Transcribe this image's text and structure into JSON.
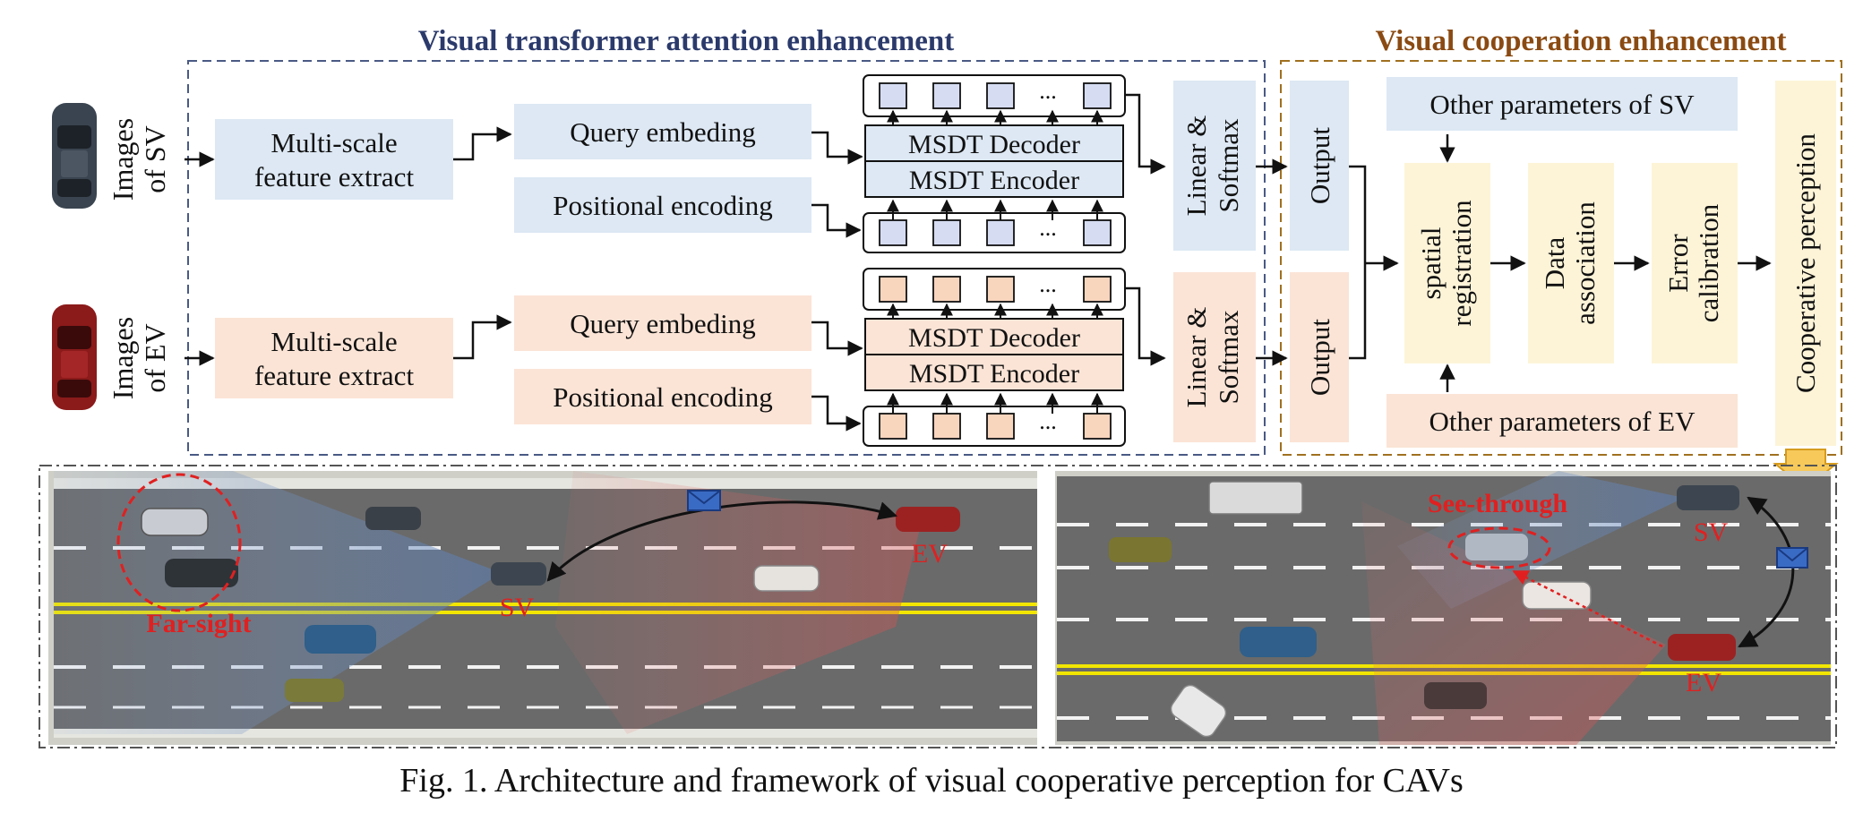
{
  "sections": {
    "transformer_title": "Visual transformer attention enhancement",
    "cooperation_title": "Visual cooperation enhancement"
  },
  "inputs": {
    "sv_label_1": "Images",
    "sv_label_2": "of SV",
    "ev_label_1": "Images",
    "ev_label_2": "of EV"
  },
  "blocks": {
    "feature_extract_1": "Multi-scale",
    "feature_extract_2": "feature extract",
    "query_embedding": "Query embeding",
    "positional_encoding": "Positional encoding",
    "decoder": "MSDT Decoder",
    "encoder": "MSDT Encoder",
    "token_ellipsis": "...",
    "linear_softmax_1": "Linear &",
    "linear_softmax_2": "Softmax",
    "output": "Output"
  },
  "cooperation": {
    "other_params_sv": "Other parameters of SV",
    "other_params_ev": "Other parameters of EV",
    "spatial_registration_1": "spatial",
    "spatial_registration_2": "registration",
    "data_association_1": "Data",
    "data_association_2": "association",
    "error_calibration_1": "Error",
    "error_calibration_2": "calibration",
    "cooperative_perception": "Cooperative perception"
  },
  "scenes": {
    "left": {
      "far_sight": "Far-sight",
      "sv": "SV",
      "ev": "EV"
    },
    "right": {
      "see_through": "See-through",
      "sv": "SV",
      "ev": "EV"
    }
  },
  "colors": {
    "sv_fill": "#dde8f4",
    "ev_fill": "#fbe4d6",
    "coop_fill": "#fdf4d8",
    "title_blue": "#2b3a6b",
    "title_brown": "#8a4a12",
    "road": "#6b6b6b",
    "accent_red": "#e02020",
    "lane_yellow": "#f2e600"
  },
  "caption": "Fig. 1. Architecture and framework of visual cooperative perception for CAVs"
}
